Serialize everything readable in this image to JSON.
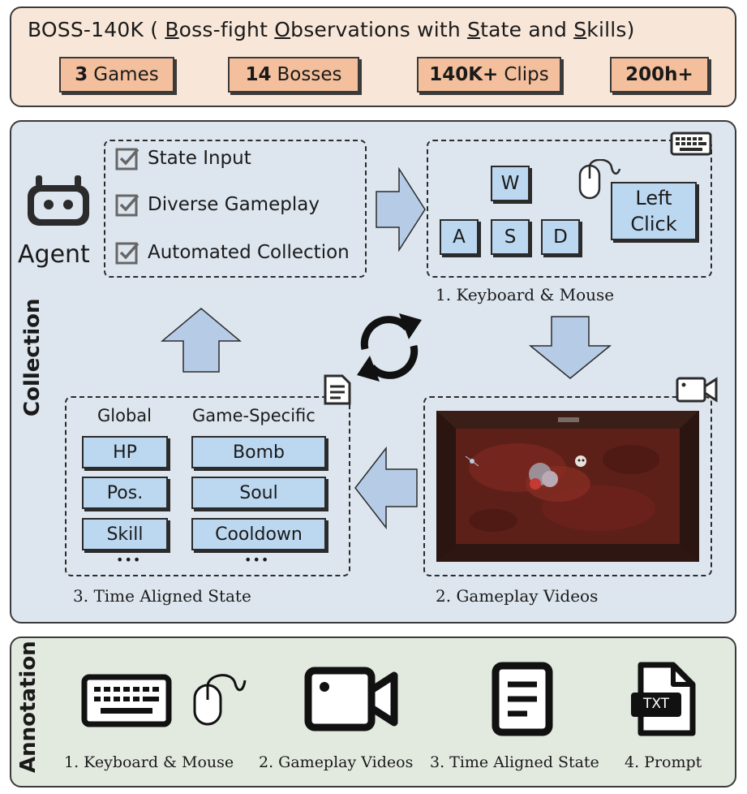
{
  "header": {
    "title_prefix": "BOSS-140K ( ",
    "t_B": "B",
    "t_oss": "oss-fight ",
    "t_O": "O",
    "t_bs": "bservations with ",
    "t_S": "S",
    "t_tate": "tate and ",
    "t_S2": "S",
    "t_kills": "kills)",
    "stats": [
      {
        "num": "3",
        "text": "Games"
      },
      {
        "num": "14",
        "text": "Bosses"
      },
      {
        "num": "140K+",
        "text": "Clips"
      },
      {
        "num": "200h+",
        "text": ""
      }
    ]
  },
  "collection": {
    "section_label": "Collection",
    "agent_label": "Agent",
    "features": [
      "State Input",
      "Diverse Gameplay",
      "Automated Collection"
    ],
    "keyboard": {
      "keys": [
        "W",
        "A",
        "S",
        "D"
      ],
      "click_line1": "Left",
      "click_line2": "Click",
      "caption": "1. Keyboard & Mouse"
    },
    "videos_caption": "2. Gameplay Videos",
    "state": {
      "global_header": "Global",
      "specific_header": "Game-Specific",
      "global_items": [
        "HP",
        "Pos.",
        "Skill"
      ],
      "specific_items": [
        "Bomb",
        "Soul",
        "Cooldown"
      ],
      "ellipsis": "•••",
      "caption": "3. Time Aligned State"
    }
  },
  "annotation": {
    "section_label": "Annotation",
    "items": [
      "1. Keyboard & Mouse",
      "2. Gameplay Videos",
      "3. Time Aligned State",
      "4. Prompt"
    ],
    "txt_label": "TXT"
  },
  "colors": {
    "header_bg": "#f8e7d8",
    "pill_bg": "#f3bf9c",
    "collection_bg": "#dde6ef",
    "key_bg": "#bcd8f0",
    "annotation_bg": "#e2eadf",
    "arrow_fill": "#b6cce6"
  }
}
